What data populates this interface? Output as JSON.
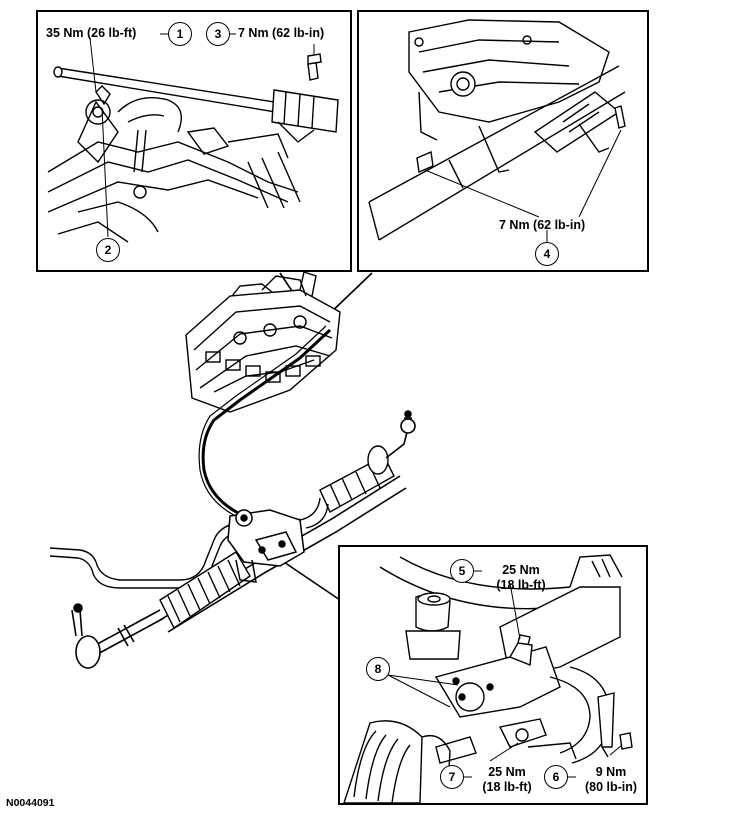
{
  "figure_id": "N0044091",
  "panels": {
    "top_left": {
      "callouts": [
        "1",
        "2",
        "3"
      ],
      "torque_1": "35 Nm (26 lb-ft)",
      "torque_3": "7 Nm (62 lb-in)"
    },
    "top_right": {
      "callouts": [
        "4"
      ],
      "torque_4": "7 Nm (62 lb-in)"
    },
    "bottom_right": {
      "callouts": [
        "5",
        "6",
        "7",
        "8"
      ],
      "torque_5_line1": "25 Nm",
      "torque_5_line2": "(18 lb-ft)",
      "torque_7_line1": "25 Nm",
      "torque_7_line2": "(18 lb-ft)",
      "torque_6_line1": "9 Nm",
      "torque_6_line2": "(80 lb-in)"
    }
  }
}
